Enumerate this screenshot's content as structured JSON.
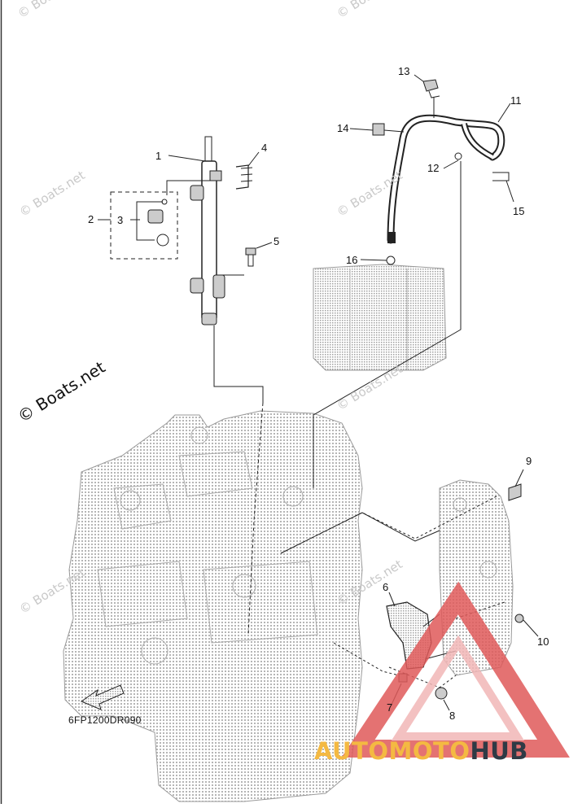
{
  "diagram": {
    "code": "6FP1200DR090",
    "watermarks": [
      "© Boats.net"
    ],
    "main_watermark": "© Boats.net",
    "brand": {
      "part1": "AUTOMOTO",
      "part2": "HUB"
    },
    "callouts": [
      "1",
      "2",
      "3",
      "4",
      "5",
      "6",
      "7",
      "8",
      "9",
      "10",
      "11",
      "12",
      "13",
      "14",
      "15",
      "16"
    ],
    "colors": {
      "line": "#222222",
      "hatch": "#9a9a9a",
      "logo_red": "#e05a5a",
      "logo_light": "#f2b7b7",
      "brand_gold": "#f4b942",
      "brand_dark": "#2f3a45"
    }
  }
}
